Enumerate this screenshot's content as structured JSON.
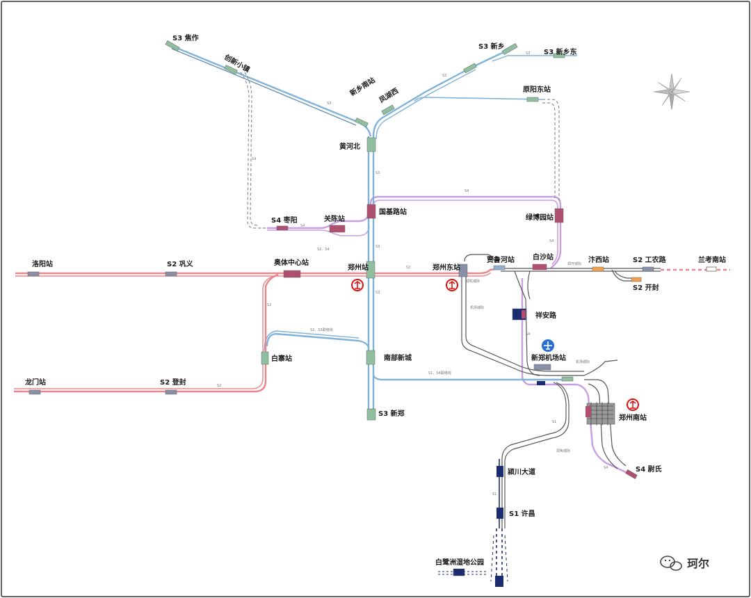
{
  "map": {
    "line_colors": {
      "S1": "#1b2d6e",
      "S2": "#e8868c",
      "S3": "#7fb2d8",
      "S4": "#c79ee0",
      "airport": "#555555",
      "dashed": "#8c8c9c"
    },
    "line_tags": {
      "s1": "S1",
      "s2": "S2",
      "s3": "S3",
      "s4": "S4",
      "s2s4": "S2、S4",
      "s4b": "S4",
      "s2s3": "S2、S3联络线",
      "s1s4": "S1、S4联络线",
      "airport": "机场城际",
      "zhengkai": "郑开城际",
      "zhengji": "郑机城际",
      "zhengjiao": "郑焦城际"
    },
    "stations": {
      "jiaozuo": "S3 焦作",
      "chuangxin": "创新小镇",
      "xinxiangnan": "新乡南站",
      "fenghuxi": "凤湖西",
      "xinxiang": "S3 新乡",
      "xinxiangdong": "S3 新乡东",
      "yuanyangdong": "原阳东站",
      "huanghebei": "黄河北",
      "guojilu": "国基路站",
      "lvboyuan": "绿博园站",
      "s4zaoyang": "S4 枣阳",
      "guanhu": "关陈站",
      "luoyang": "洛阳站",
      "s2gongyi": "S2 巩义",
      "aotizhongxin": "奥体中心站",
      "zhengzhou": "郑州站",
      "zhengzhoudong": "郑州东站",
      "jialuhe": "贾鲁河站",
      "baisha": "白沙站",
      "bianxi": "汴西站",
      "s2gongnonglu": "S2 工农路",
      "lankaonan": "兰考南站",
      "s2kaifeng": "S2 开封",
      "xianganlu": "祥安路",
      "baizhai": "白寨站",
      "nanbuxincheng": "南部新城",
      "xinzhengjichang": "新郑机场站",
      "longmen": "龙门站",
      "s2dengfeng": "S2 登封",
      "s3xinzheng": "S3 新郑",
      "zhengzhounan": "郑州南站",
      "s4weishi": "S4 尉氏",
      "yingchuandadao": "颍川大道",
      "s1xuchang": "S1 许昌",
      "bailuzhou": "白鹭洲湿地公园"
    },
    "watermark": "珂尔"
  }
}
